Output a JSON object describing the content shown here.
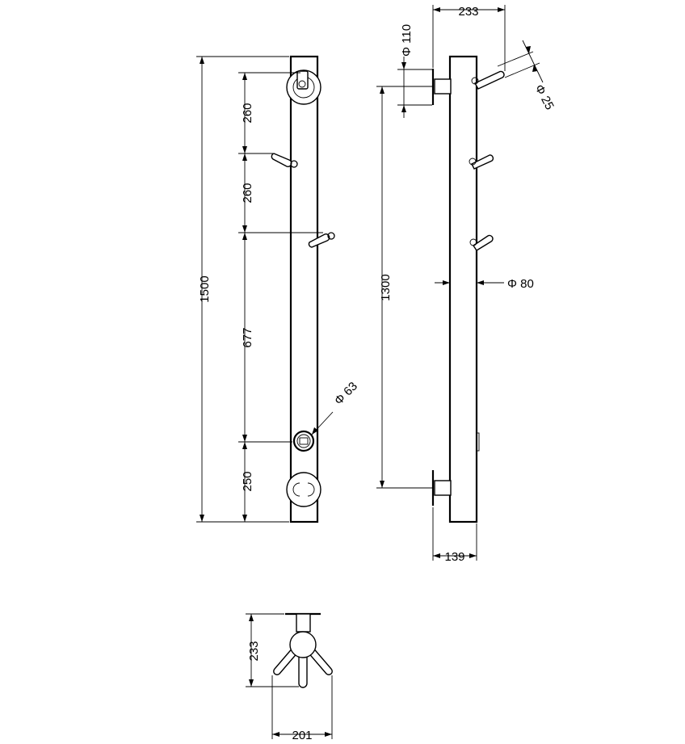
{
  "front_view": {
    "height_total": "1500",
    "spacing_top": "260",
    "spacing_mid": "260",
    "spacing_lower": "677",
    "spacing_bottom": "250",
    "knob_diameter": "Φ 63"
  },
  "side_view": {
    "depth_total": "233",
    "mount_diameter": "Φ 110",
    "hook_diameter": "Φ 25",
    "tube_diameter": "Φ 80",
    "mount_spacing": "1300",
    "mount_depth": "139"
  },
  "top_view": {
    "depth": "233",
    "width": "201"
  }
}
